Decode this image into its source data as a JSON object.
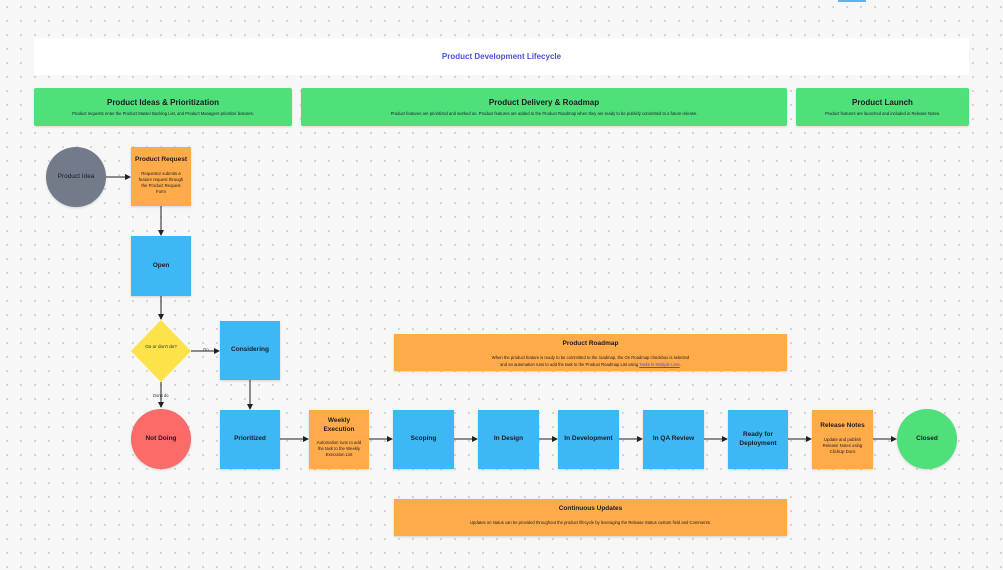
{
  "title": "Product Development Lifecycle",
  "colors": {
    "phase": "#4fe07a",
    "task": "#3db8f5",
    "note": "#ffab4a",
    "start": "#737b8a",
    "decision": "#fde24a",
    "stop": "#fb6b68",
    "end": "#4fe07a",
    "title_text": "#4a52d6"
  },
  "phases": [
    {
      "title": "Product Ideas & Prioritization",
      "description": "Product requests enter the Product Master Backlog List, and Product Managers prioritize features."
    },
    {
      "title": "Product Delivery & Roadmap",
      "description": "Product features are prioritized and worked on. Product features are added to the Product Roadmap when they are ready to be publicly committed to a future release."
    },
    {
      "title": "Product Launch",
      "description": "Product features are launched and included in Release Notes."
    }
  ],
  "nodes": {
    "product_idea": "Product Idea",
    "product_request": {
      "title": "Product Request",
      "description": "Requestor submits a feature request through the Product Request Form"
    },
    "open": "Open",
    "decision": "Go or don't do?",
    "considering": "Considering",
    "not_doing": "Not Doing",
    "prioritized": "Prioritized",
    "weekly_execution": {
      "title": "Weekly Execution",
      "description": "Automation runs to add the task to the Weekly Execution List"
    },
    "scoping": "Scoping",
    "in_design": "In Design",
    "in_development": "In Development",
    "in_qa_review": "In QA Review",
    "ready_for_deployment": "Ready for Deployment",
    "release_notes": {
      "title": "Release Notes",
      "description": "Update and publish Release Notes using ClickUp Docs"
    },
    "closed": "Closed"
  },
  "edge_labels": {
    "go": "Go",
    "dont_do": "Don't do"
  },
  "notes": {
    "product_roadmap": {
      "title": "Product Roadmap",
      "line1": "When the product feature is ready to be committed to the roadmap, the On Roadmap checkbox is selected",
      "line2_prefix": "and an automation runs to add the task to the Product Roadmap List using",
      "line2_link": "Tasks in Multiple Lists"
    },
    "continuous_updates": {
      "title": "Continuous Updates",
      "description": "Updates on status can be provided throughout the product lifecycle by leveraging the Release Status custom field and Comments."
    }
  }
}
